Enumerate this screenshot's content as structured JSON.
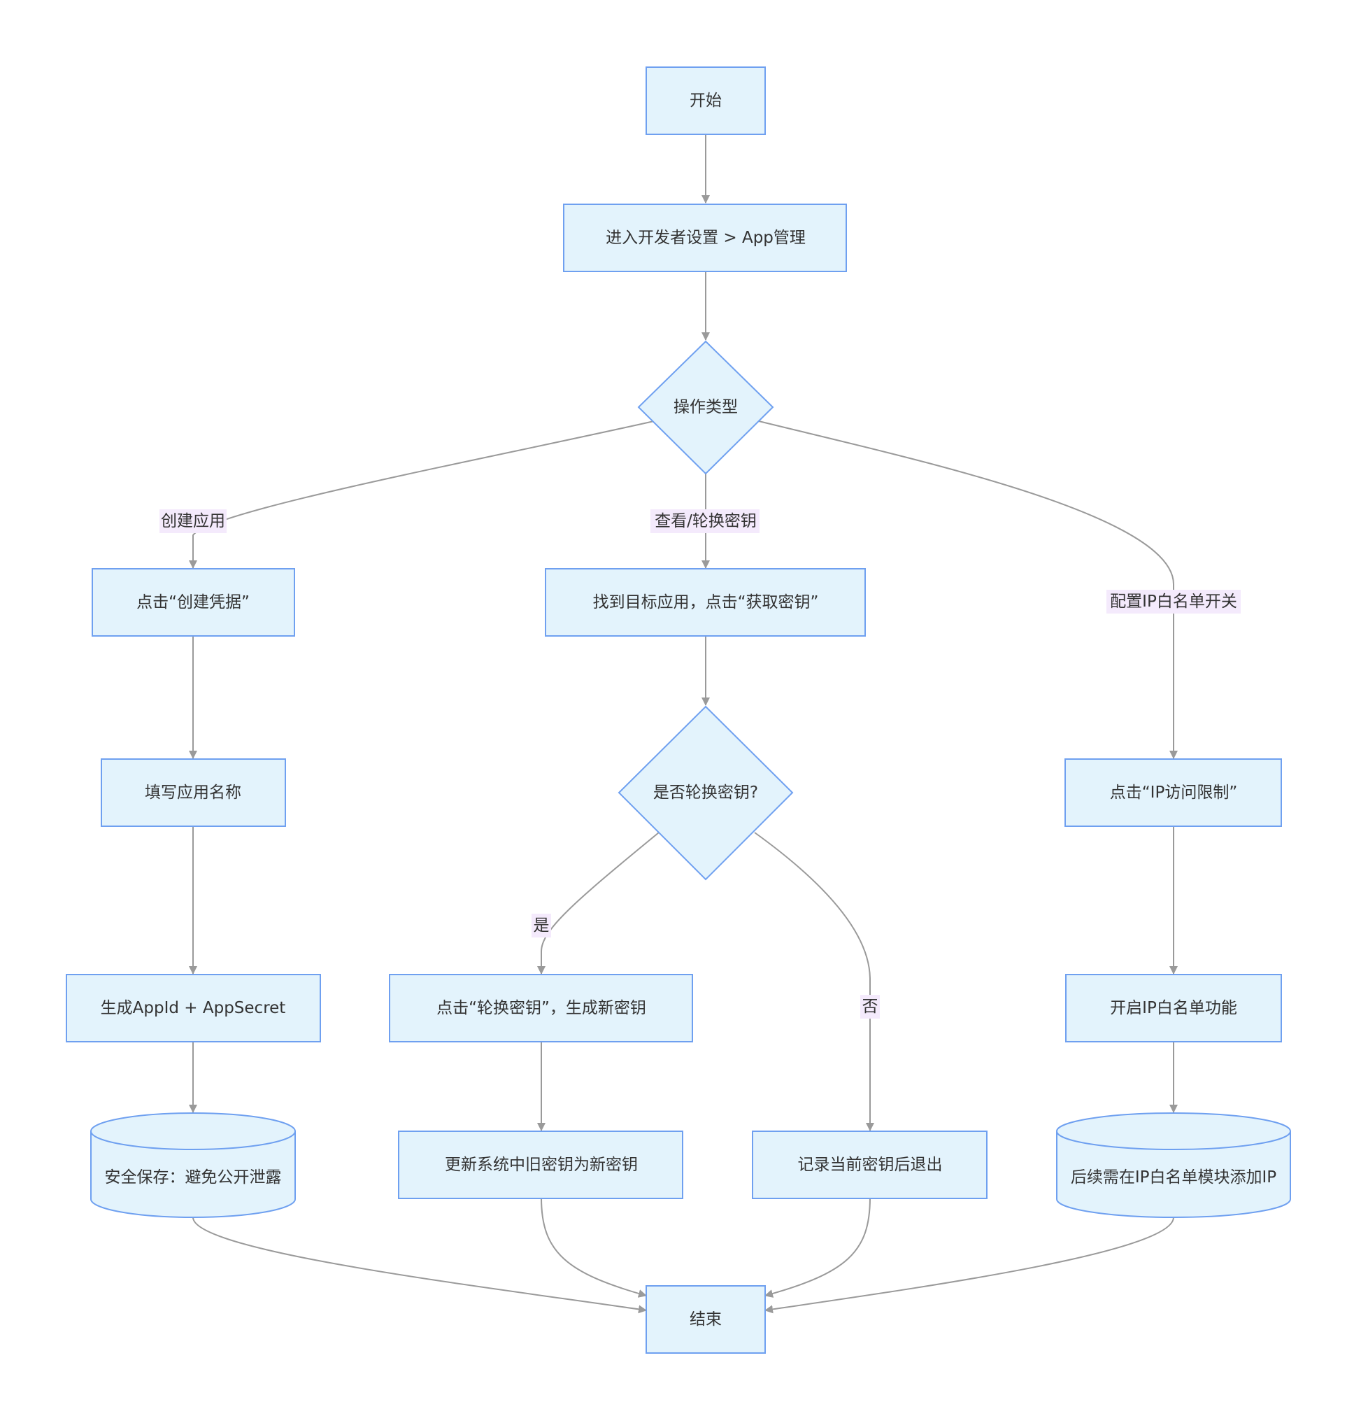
{
  "nodes": {
    "start": "开始",
    "enter_settings": "进入开发者设置 > App管理",
    "operation_type": "操作类型",
    "click_create_credential": "点击“创建凭据”",
    "find_app_get_key": "找到目标应用，点击“获取密钥”",
    "fill_app_name": "填写应用名称",
    "rotate_key_question": "是否轮换密钥?",
    "click_ip_restriction": "点击“IP访问限制”",
    "generate_appid": "生成AppId + AppSecret",
    "click_rotate_key": "点击“轮换密钥”，生成新密钥",
    "enable_ip_whitelist": "开启IP白名单功能",
    "safe_storage": "安全保存：避免公开泄露",
    "update_system_key": "更新系统中旧密钥为新密钥",
    "record_key_exit": "记录当前密钥后退出",
    "whitelist_add_ip": "后续需在IP白名单模块添加IP",
    "end": "结束"
  },
  "edge_labels": {
    "create_app": "创建应用",
    "view_rotate_key": "查看/轮换密钥",
    "config_ip_whitelist": "配置IP白名单开关",
    "yes": "是",
    "no": "否"
  },
  "colors": {
    "node_fill": "#e3f3fc",
    "node_stroke": "#6fa0f0",
    "edge_stroke": "#9a9a9a",
    "label_bg": "#f4eafc",
    "text": "#333333"
  }
}
